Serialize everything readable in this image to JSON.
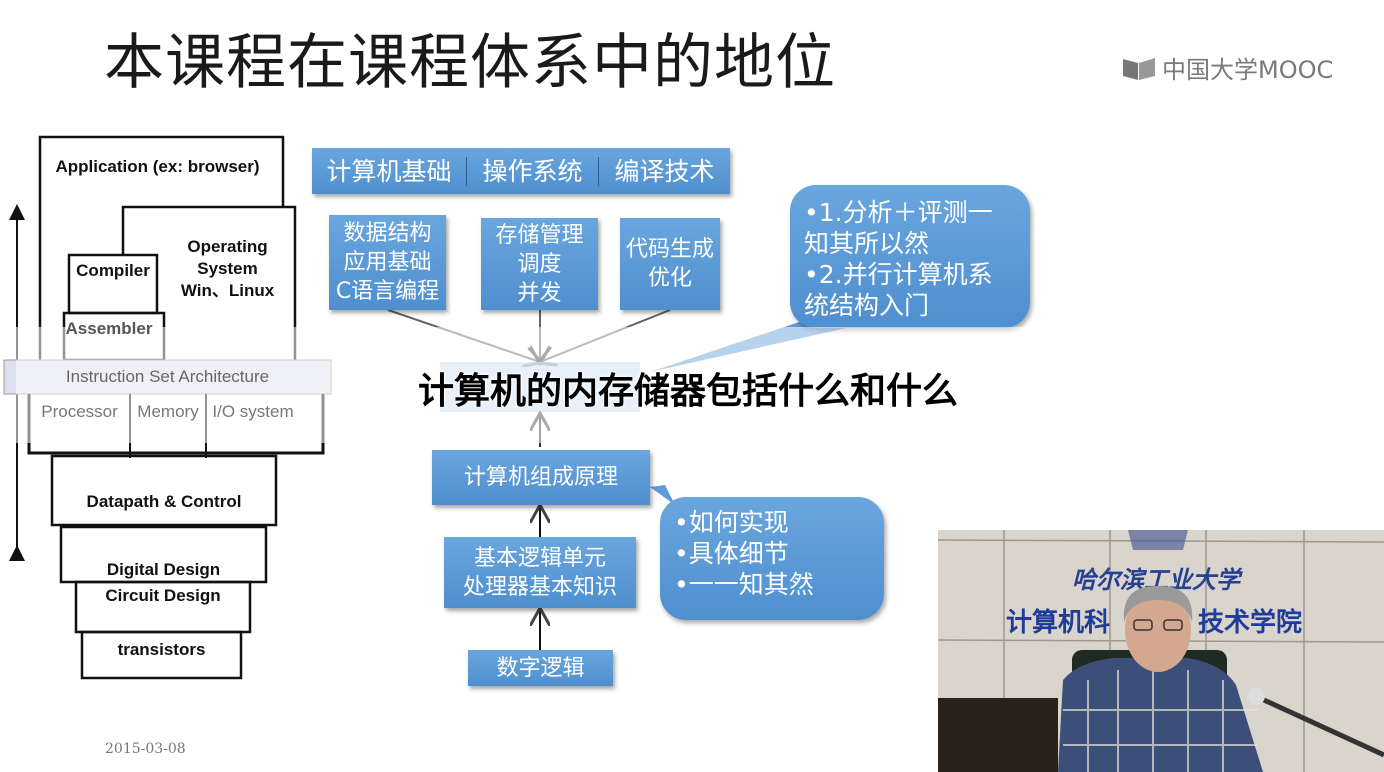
{
  "slide": {
    "title": "本课程在课程体系中的地位",
    "logo_text": "中国大学MOOC",
    "date": "2015-03-08"
  },
  "stack_diagram": {
    "application": "Application (ex: browser)",
    "operating_system": [
      "Operating",
      "System",
      "Win、Linux"
    ],
    "compiler": "Compiler",
    "assembler": "Assembler",
    "isa": "Instruction Set Architecture",
    "processor": "Processor",
    "memory": "Memory",
    "io_system": "I/O system",
    "datapath": "Datapath & Control",
    "digital_design": "Digital  Design",
    "circuit_design": "Circuit Design",
    "transistors": "transistors"
  },
  "course_diagram": {
    "top_bar": [
      "计算机基础",
      "操作系统",
      "编译技术"
    ],
    "box_1": [
      "数据结构",
      "应用基础",
      "C语言编程"
    ],
    "box_2": [
      "存储管理",
      "调度",
      "并发"
    ],
    "box_3": [
      "代码生成",
      "优化"
    ],
    "callout_1": [
      "•1.分析＋评测一",
      "知其所以然",
      "•2.并行计算机系",
      "统结构入门"
    ],
    "composition": "计算机组成原理",
    "logic_unit": [
      "基本逻辑单元",
      "处理器基本知识"
    ],
    "digital_logic": "数字逻辑",
    "callout_2": [
      "•如何实现",
      "•具体细节",
      "•一一知其然"
    ]
  },
  "caption": "计算机的内存储器包括什么和什么",
  "video": {
    "banner_line_1": "哈尔滨工业大学",
    "banner_line_2_left": "计算机科",
    "banner_line_2_right": "技术学院"
  },
  "colors": {
    "box_blue": "#5b9bd5",
    "isa_band": "#dde0ee"
  }
}
